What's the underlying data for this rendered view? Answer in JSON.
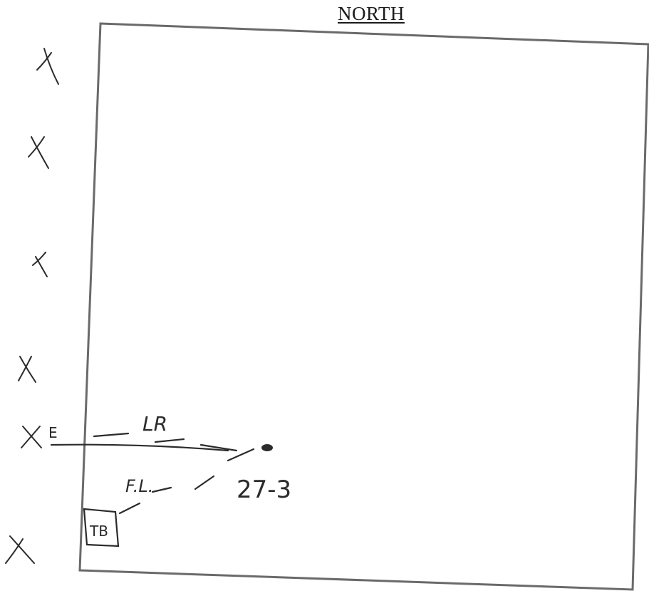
{
  "heading": "NORTH",
  "annotations": {
    "edge_marker": "E",
    "lr_label": "LR",
    "fl_label": "F.L.",
    "lot_number": "27-3",
    "tb_label": "TB"
  },
  "colors": {
    "ink": "#2b2b2b",
    "frame": "#6a6a6a",
    "paper": "#ffffff"
  }
}
